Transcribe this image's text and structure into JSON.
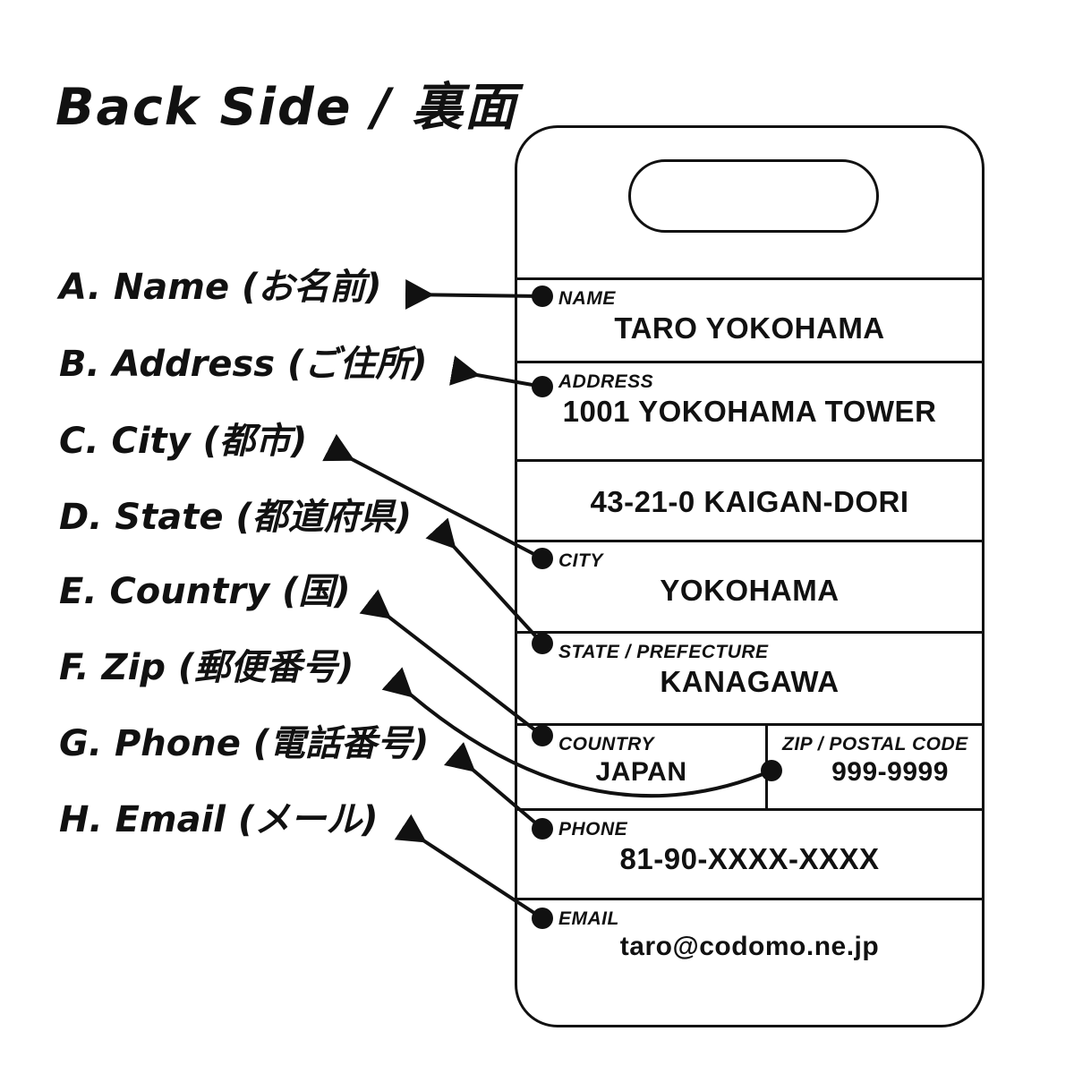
{
  "title": "Back Side / 裏面",
  "legend": {
    "items": [
      {
        "key": "A",
        "text": "A. Name (お名前)"
      },
      {
        "key": "B",
        "text": "B. Address (ご住所)"
      },
      {
        "key": "C",
        "text": "C. City (都市)"
      },
      {
        "key": "D",
        "text": "D. State (都道府県)"
      },
      {
        "key": "E",
        "text": "E. Country (国)"
      },
      {
        "key": "F",
        "text": "F. Zip (郵便番号)"
      },
      {
        "key": "G",
        "text": "G. Phone (電話番号)"
      },
      {
        "key": "H",
        "text": "H. Email (メール)"
      }
    ]
  },
  "tag": {
    "fields": {
      "name": {
        "label": "NAME",
        "value": "TARO YOKOHAMA"
      },
      "address": {
        "label": "ADDRESS",
        "line1": "1001 YOKOHAMA TOWER",
        "line2": "43-21-0 KAIGAN-DORI"
      },
      "city": {
        "label": "CITY",
        "value": "YOKOHAMA"
      },
      "state": {
        "label": "STATE / PREFECTURE",
        "value": "KANAGAWA"
      },
      "country": {
        "label": "COUNTRY",
        "value": "JAPAN"
      },
      "zip": {
        "label": "ZIP / POSTAL CODE",
        "value": "999-9999"
      },
      "phone": {
        "label": "PHONE",
        "value": "81-90-XXXX-XXXX"
      },
      "email": {
        "label": "EMAIL",
        "value": "taro@codomo.ne.jp"
      }
    }
  },
  "colors": {
    "ink": "#111111",
    "background": "#ffffff"
  }
}
